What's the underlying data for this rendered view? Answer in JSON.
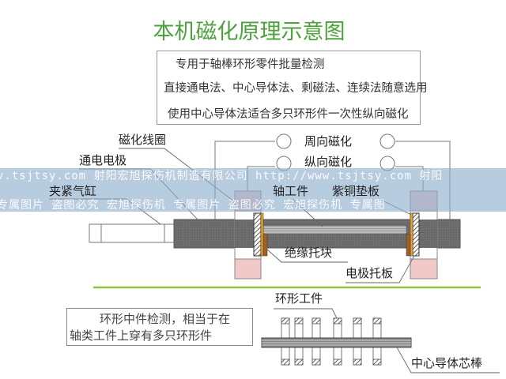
{
  "title": "本机磁化原理示意图",
  "info_box": {
    "lines": [
      "专用于轴棒环形零件批量检测",
      "直接通电法、中心导体法、剩磁法、连续法随意选用",
      "使用中心导体法适合多只环形件一次性纵向磁化"
    ]
  },
  "labels": {
    "coil": "磁化线圈",
    "circumferential": "周向磁化",
    "longitudinal": "纵向磁化",
    "electrode": "通电电极",
    "cylinder": "夹紧气缸",
    "shaft": "轴工件",
    "copper_pad": "紫铜垫板",
    "insulating_block": "绝缘托块",
    "electrode_plate": "电极托板"
  },
  "bottom": {
    "note_lines": [
      "环形中件检测，相当于在",
      "轴类工件上穿有多只环形件"
    ],
    "ring_label": "环形工件",
    "core_label": "中心导体芯棒"
  },
  "watermark": {
    "line1": "v.tsjtsy.com 射阳宏旭探伤机制造有限公司  http://www.tsjtsy.com 射阳",
    "line2": " 专属图片 盗图必究  宏旭探伤机 专属图片 盗图必究  宏旭探伤机 专属图"
  },
  "colors": {
    "title": "#4aa33a",
    "divider": "#8cc63f",
    "coil_pink": "#f2c9c9",
    "rod": "#6b6b6b",
    "copper": "#f7a21b",
    "insulator": "#a0602a"
  }
}
